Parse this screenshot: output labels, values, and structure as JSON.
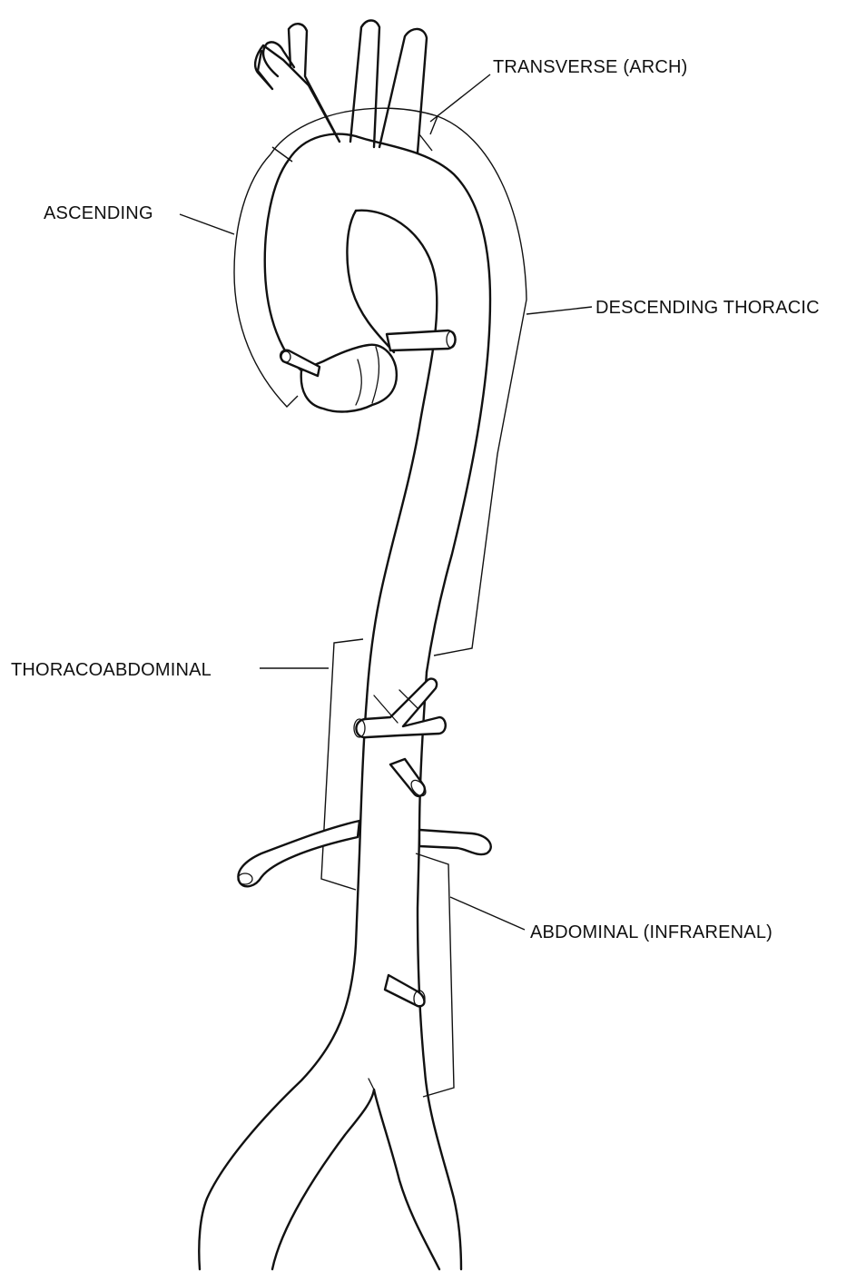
{
  "labels": {
    "transverse": "TRANSVERSE (ARCH)",
    "ascending": "ASCENDING",
    "descending_thoracic": "DESCENDING THORACIC",
    "thoracoabdominal": "THORACOABDOMINAL",
    "abdominal": "ABDOMINAL (INFRARENAL)"
  },
  "colors": {
    "line": "#111111",
    "background": "#ffffff"
  }
}
